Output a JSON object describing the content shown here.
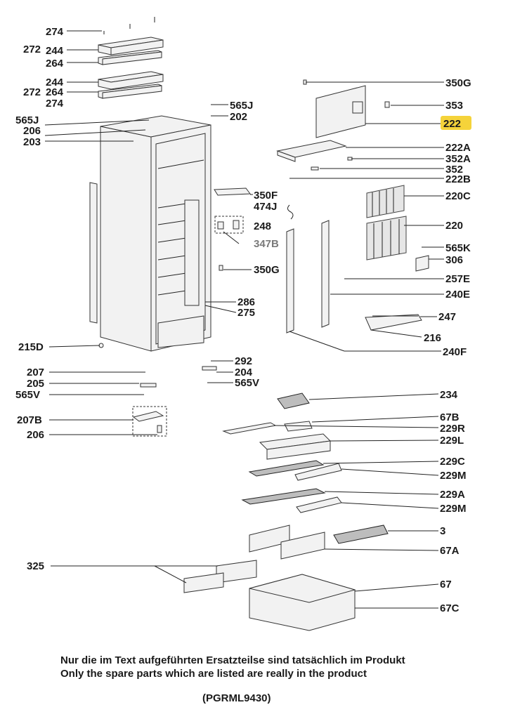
{
  "highlight_color": "#f5d33a",
  "highlighted_part": "222",
  "labels": {
    "l274a": "274",
    "l272a": "272",
    "l244a": "244",
    "l264a": "264",
    "l244b": "244",
    "l272b": "272",
    "l264b": "264",
    "l274b": "274",
    "l565Ja": "565J",
    "l206a": "206",
    "l203": "203",
    "l565Jb": "565J",
    "l202": "202",
    "l350G": "350G",
    "l353": "353",
    "l222": "222",
    "l222A": "222A",
    "l352A": "352A",
    "l352": "352",
    "l222B": "222B",
    "l220C": "220C",
    "l350F": "350F",
    "l474J": "474J",
    "l248": "248",
    "l220": "220",
    "l347B": "347B",
    "l565K": "565K",
    "l306": "306",
    "l350Gb": "350G",
    "l257E": "257E",
    "l240E": "240E",
    "l286": "286",
    "l275": "275",
    "l247": "247",
    "l216": "216",
    "l215D": "215D",
    "l240F": "240F",
    "l292": "292",
    "l207": "207",
    "l204": "204",
    "l205": "205",
    "l565Va": "565V",
    "l565Vb": "565V",
    "l234": "234",
    "l207B": "207B",
    "l67B": "67B",
    "l229R": "229R",
    "l206b": "206",
    "l229L": "229L",
    "l229C": "229C",
    "l229M1": "229M",
    "l229A": "229A",
    "l229M2": "229M",
    "l3": "3",
    "l67A": "67A",
    "l325": "325",
    "l67": "67",
    "l67C": "67C"
  },
  "footer": {
    "note_de": "Nur die im Text aufgeführten Ersatzteilse sind tatsächlich im Produkt",
    "note_en": "Only the spare parts which are listed are really in the product",
    "doc_code": "(PGRML9430)"
  }
}
